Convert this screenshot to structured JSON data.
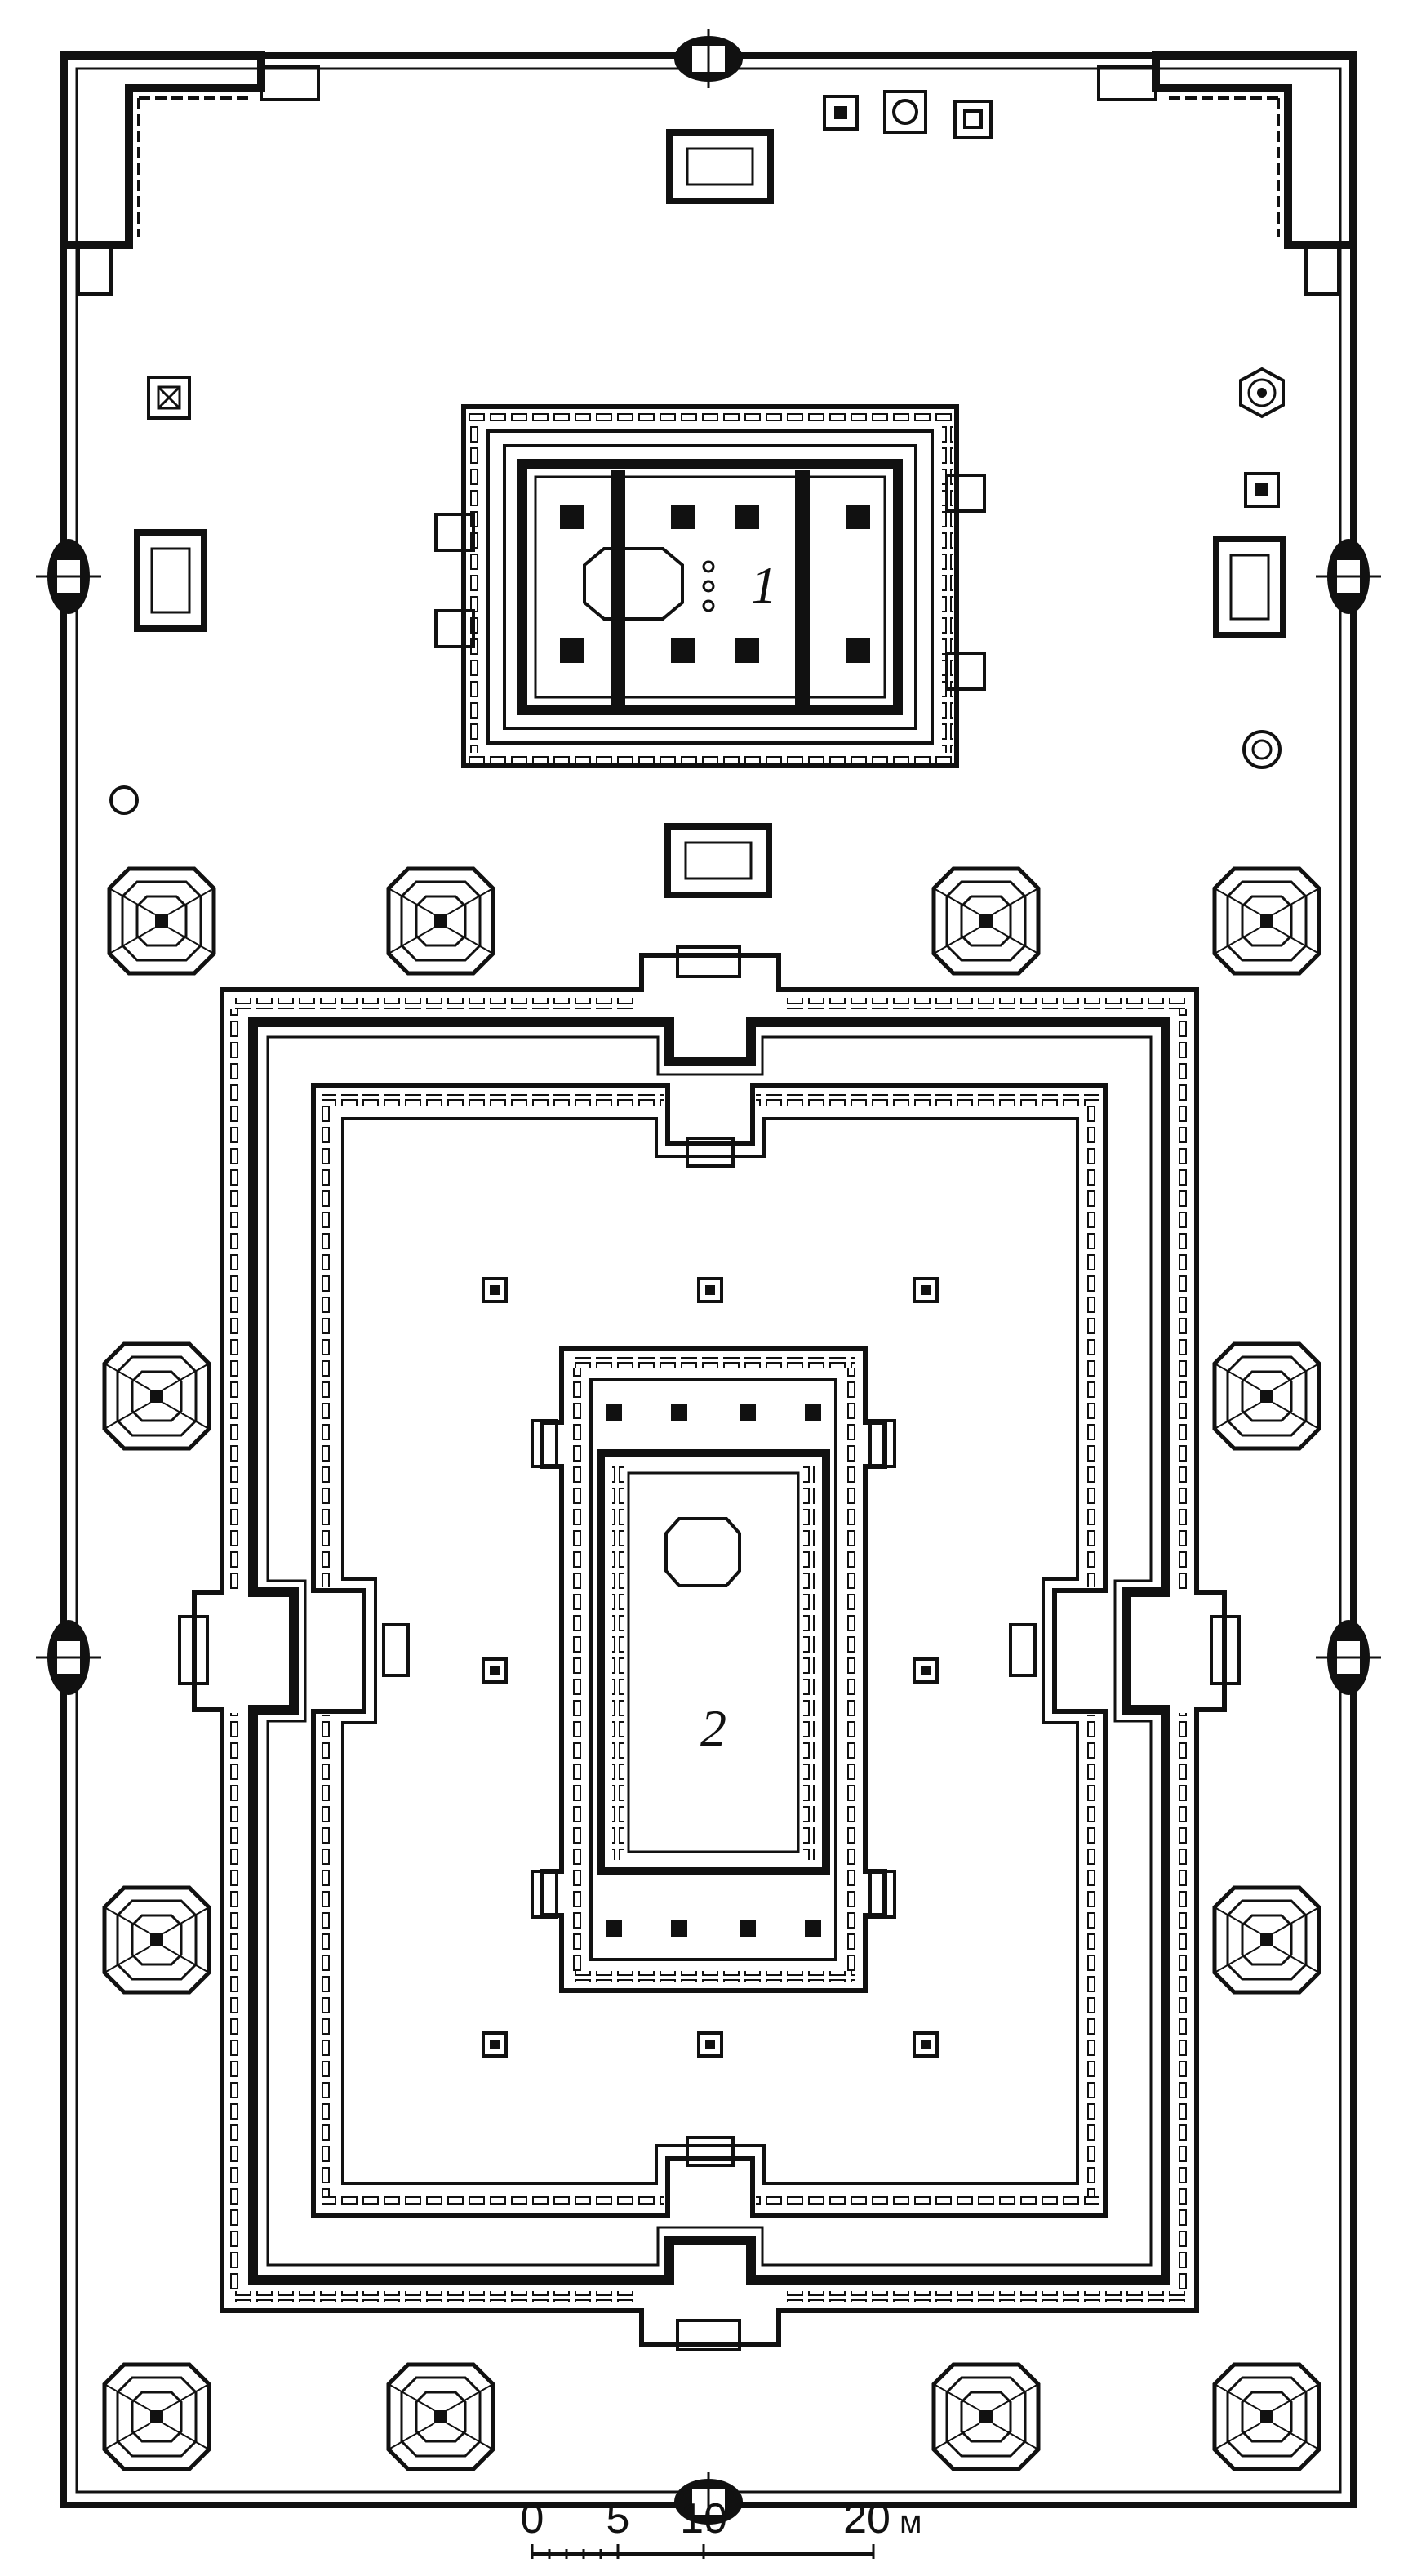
{
  "plan": {
    "buildings": [
      {
        "id": "building-1",
        "label": "1"
      },
      {
        "id": "building-2",
        "label": "2"
      }
    ]
  },
  "scale_bar": {
    "ticks": [
      "0",
      "5",
      "10",
      "20"
    ],
    "unit": "м"
  }
}
